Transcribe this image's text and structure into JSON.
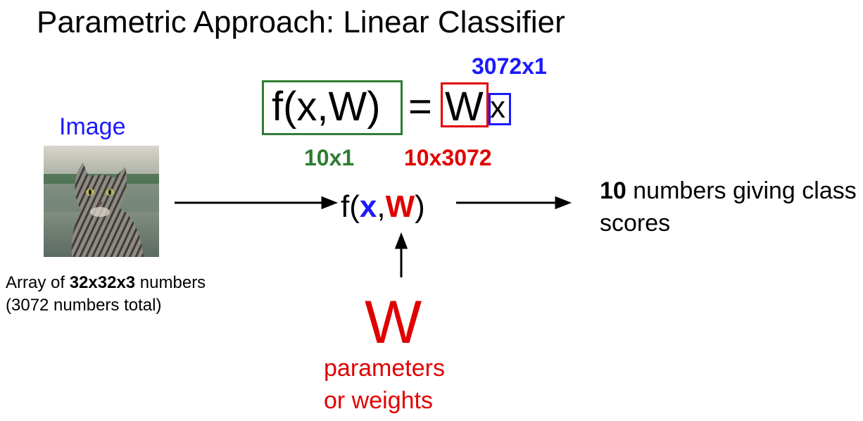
{
  "slide": {
    "title": "Parametric Approach: Linear Classifier",
    "equation": {
      "lhs": "f(x,W)",
      "equals": "=",
      "W": "W",
      "x": "x",
      "dim_x": "3072x1",
      "dim_lhs": "10x1",
      "dim_W": "10x3072"
    },
    "input": {
      "label": "Image",
      "caption_prefix": "Array of ",
      "caption_bold": "32x32x3",
      "caption_suffix": " numbers",
      "caption_line2": "(3072 numbers total)"
    },
    "function": {
      "prefix": "f(",
      "x": "x",
      "comma": ",",
      "W": "W",
      "suffix": ")"
    },
    "output": {
      "bold": "10",
      "text": " numbers giving class scores"
    },
    "weights": {
      "symbol": "W",
      "line1": "parameters",
      "line2": "or weights"
    }
  },
  "colors": {
    "blue": "#1a1aff",
    "red": "#e00000",
    "green": "#2e7d32"
  }
}
